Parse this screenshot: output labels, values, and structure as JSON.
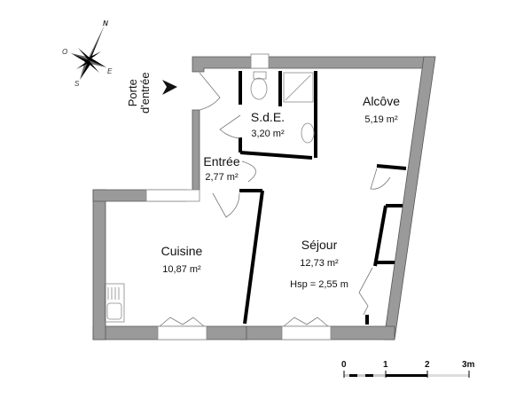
{
  "plan": {
    "colors": {
      "wall_fill": "#9a9a9a",
      "wall_stroke": "#555555",
      "partition": "#000000",
      "fixture": "#888888",
      "background": "#ffffff"
    },
    "compass": {
      "north": "N",
      "south": "S",
      "east": "E",
      "west": "O"
    },
    "entry": {
      "line1": "Porte",
      "line2": "d'entrée"
    },
    "rooms": [
      {
        "id": "sde",
        "name": "S.d.E.",
        "area": "3,20 m²"
      },
      {
        "id": "alcove",
        "name": "Alcôve",
        "area": "5,19 m²"
      },
      {
        "id": "entree",
        "name": "Entrée",
        "area": "2,77 m²"
      },
      {
        "id": "cuisine",
        "name": "Cuisine",
        "area": "10,87 m²"
      },
      {
        "id": "sejour",
        "name": "Séjour",
        "area": "12,73 m²",
        "height": "Hsp = 2,55 m"
      }
    ],
    "scale": {
      "ticks": [
        "0",
        "1",
        "2",
        "3m"
      ]
    }
  }
}
